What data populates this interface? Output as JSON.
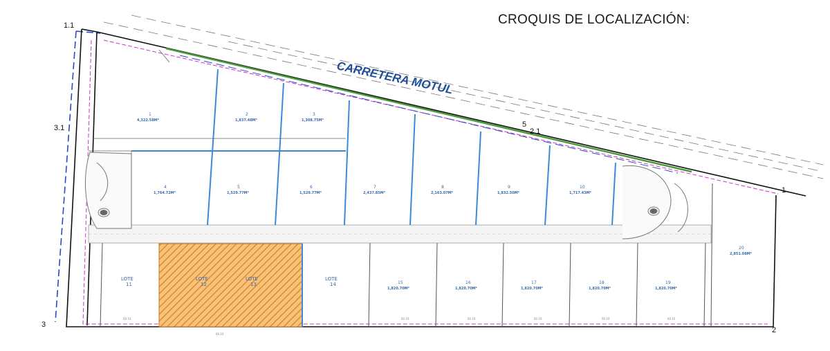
{
  "title": "CROQUIS DE LOCALIZACIÓN:",
  "road_label": "CARRETERA MOTUL",
  "corner_labels": [
    "1.1",
    "3.1",
    "3",
    "2",
    "1",
    "5",
    "2.1"
  ],
  "colors": {
    "lot_line": "#3b8ad6",
    "boundary": "#111111",
    "setback": "#cc33cc",
    "road_edge": "#4a9a3a",
    "hatch": "#f2a24a",
    "dashed_blue": "#2a48c8",
    "text_blue": "#3a6aa8"
  },
  "lots": [
    {
      "num": "1",
      "area": "4,322.58M²"
    },
    {
      "num": "2",
      "area": "1,837.48M²"
    },
    {
      "num": "3",
      "area": "1,308.75M²"
    },
    {
      "num": "4",
      "area": "1,764.72M²"
    },
    {
      "num": "5",
      "area": "1,529.77M²"
    },
    {
      "num": "6",
      "area": "1,529.77M²"
    },
    {
      "num": "7",
      "area": "2,437.85M²"
    },
    {
      "num": "8",
      "area": "2,163.07M²"
    },
    {
      "num": "9",
      "area": "1,832.50M²"
    },
    {
      "num": "10",
      "area": "1,717.43M²"
    },
    {
      "num": "11",
      "prefix": "LOTE",
      "area": ""
    },
    {
      "num": "12",
      "prefix": "LOTE",
      "area": ""
    },
    {
      "num": "13",
      "prefix": "LOTE",
      "area": ""
    },
    {
      "num": "14",
      "prefix": "LOTE",
      "area": ""
    },
    {
      "num": "15",
      "area": "1,820.70M²"
    },
    {
      "num": "16",
      "area": "1,820.70M²"
    },
    {
      "num": "17",
      "area": "1,820.70M²"
    },
    {
      "num": "18",
      "area": "1,820.70M²"
    },
    {
      "num": "19",
      "area": "1,820.70M²"
    },
    {
      "num": "20",
      "area": "2,851.08M²"
    }
  ]
}
